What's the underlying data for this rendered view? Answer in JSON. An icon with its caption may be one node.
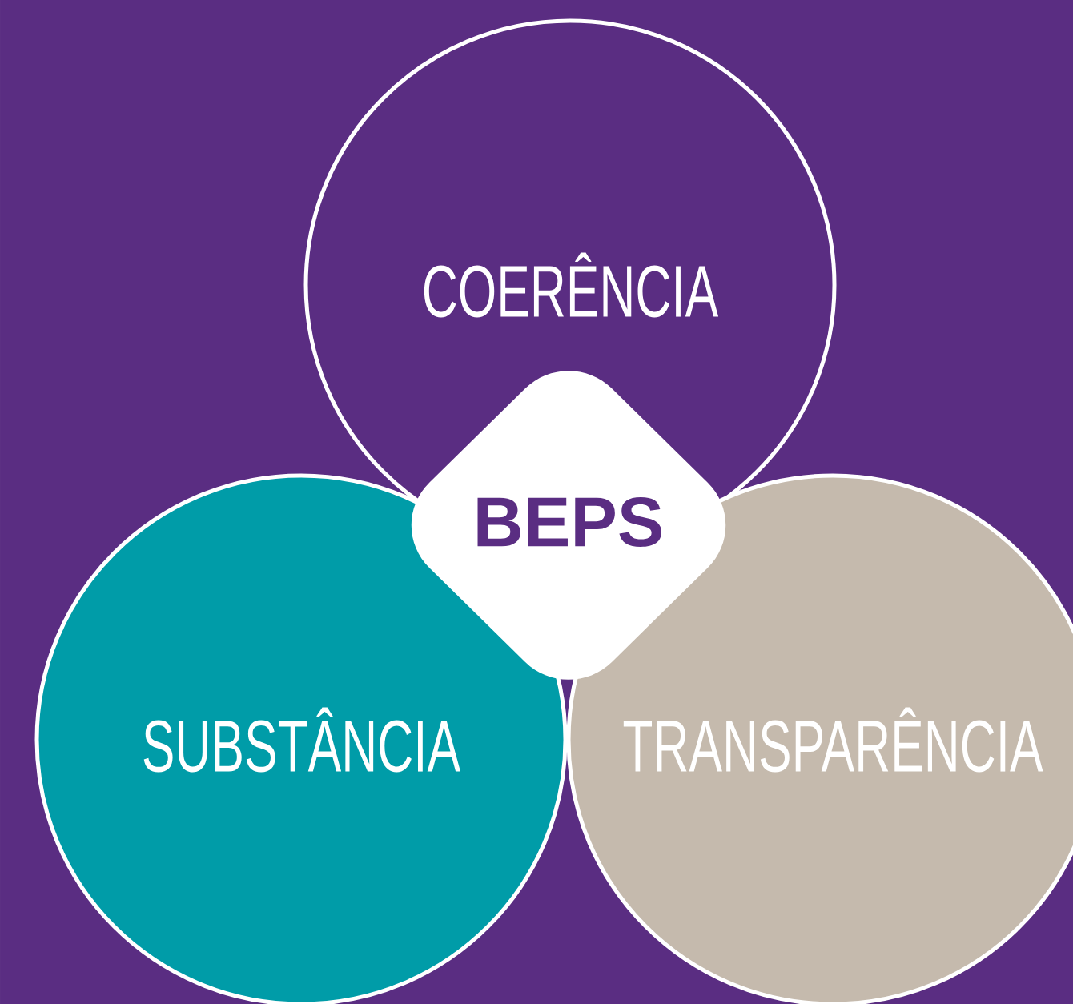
{
  "diagram": {
    "nodes": [
      {
        "text": [
          "COERÊNCIA"
        ]
      },
      {
        "text": [
          "BEPS"
        ]
      },
      {
        "text": [
          "SUBSTÂNCIA"
        ]
      },
      {
        "text": [
          "TRANSPARÊNCIA"
        ]
      }
    ]
  }
}
